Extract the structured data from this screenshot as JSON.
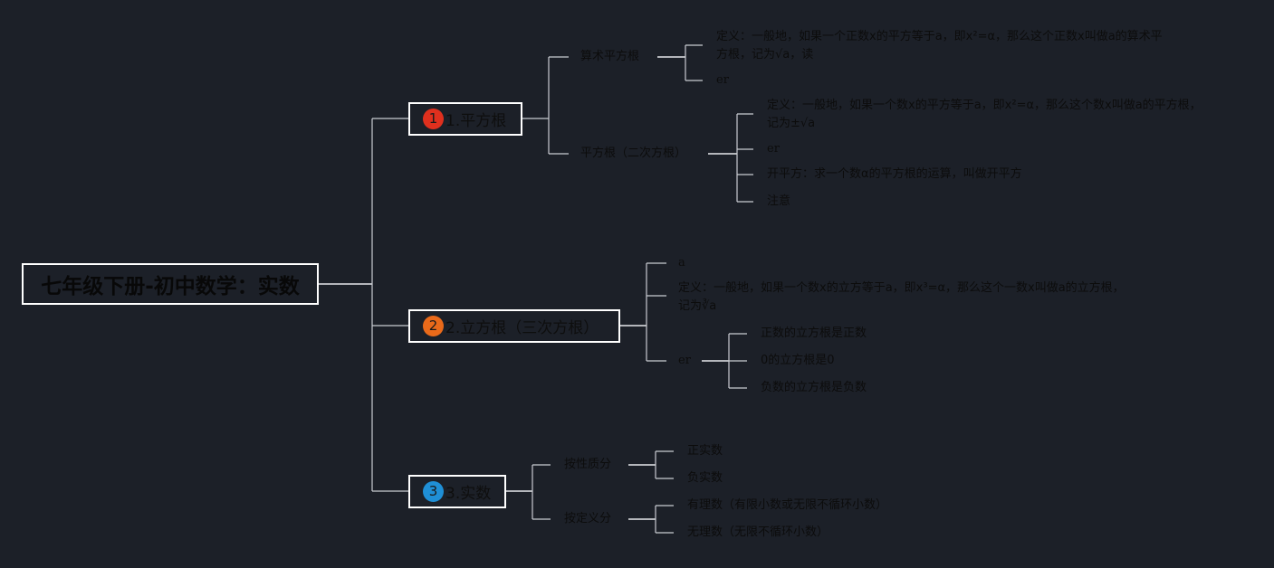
{
  "root": {
    "title": "七年级下册-初中数学：实数"
  },
  "branches": [
    {
      "number": "1",
      "badge_color": "#e0301e",
      "label": "1.平方根",
      "children": [
        {
          "label": "算术平方根",
          "children": [
            "定义：一般地，如果一个正数x的平方等于a，即x²=α，那么这个正数x叫做a的算术平方根，记为√a，读",
            "er"
          ]
        },
        {
          "label": "平方根（二次方根）",
          "children": [
            "定义：一般地，如果一个数x的平方等于a，即x²=α，那么这个数x叫做a的平方根，记为±√a",
            "er",
            "开平方：求一个数α的平方根的运算，叫做开平方",
            "注意"
          ]
        }
      ]
    },
    {
      "number": "2",
      "badge_color": "#ea6a1a",
      "label": "2.立方根（三次方根）",
      "children": [
        {
          "label": "a"
        },
        {
          "label": "定义：一般地，如果一个数x的立方等于a，即x³=α，那么这个一数x叫做a的立方根，记为∛a"
        },
        {
          "label": "er",
          "children": [
            "正数的立方根是正数",
            "0的立方根是0",
            "负数的立方根是负数"
          ]
        }
      ]
    },
    {
      "number": "3",
      "badge_color": "#1f8fd6",
      "label": "3.实数",
      "children": [
        {
          "label": "按性质分",
          "children": [
            "正实数",
            "负实数"
          ]
        },
        {
          "label": "按定义分",
          "children": [
            "有理数（有限小数或无限不循环小数）",
            "无理数（无限不循环小数）"
          ]
        }
      ]
    }
  ]
}
